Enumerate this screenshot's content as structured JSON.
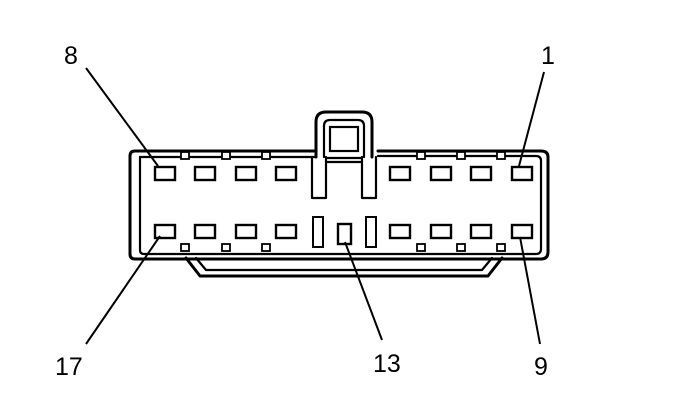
{
  "diagram": {
    "component": "connector-end-view",
    "pin_labels": {
      "top_left": "8",
      "top_right": "1",
      "bottom_left": "17",
      "bottom_center": "13",
      "bottom_right": "9"
    }
  }
}
